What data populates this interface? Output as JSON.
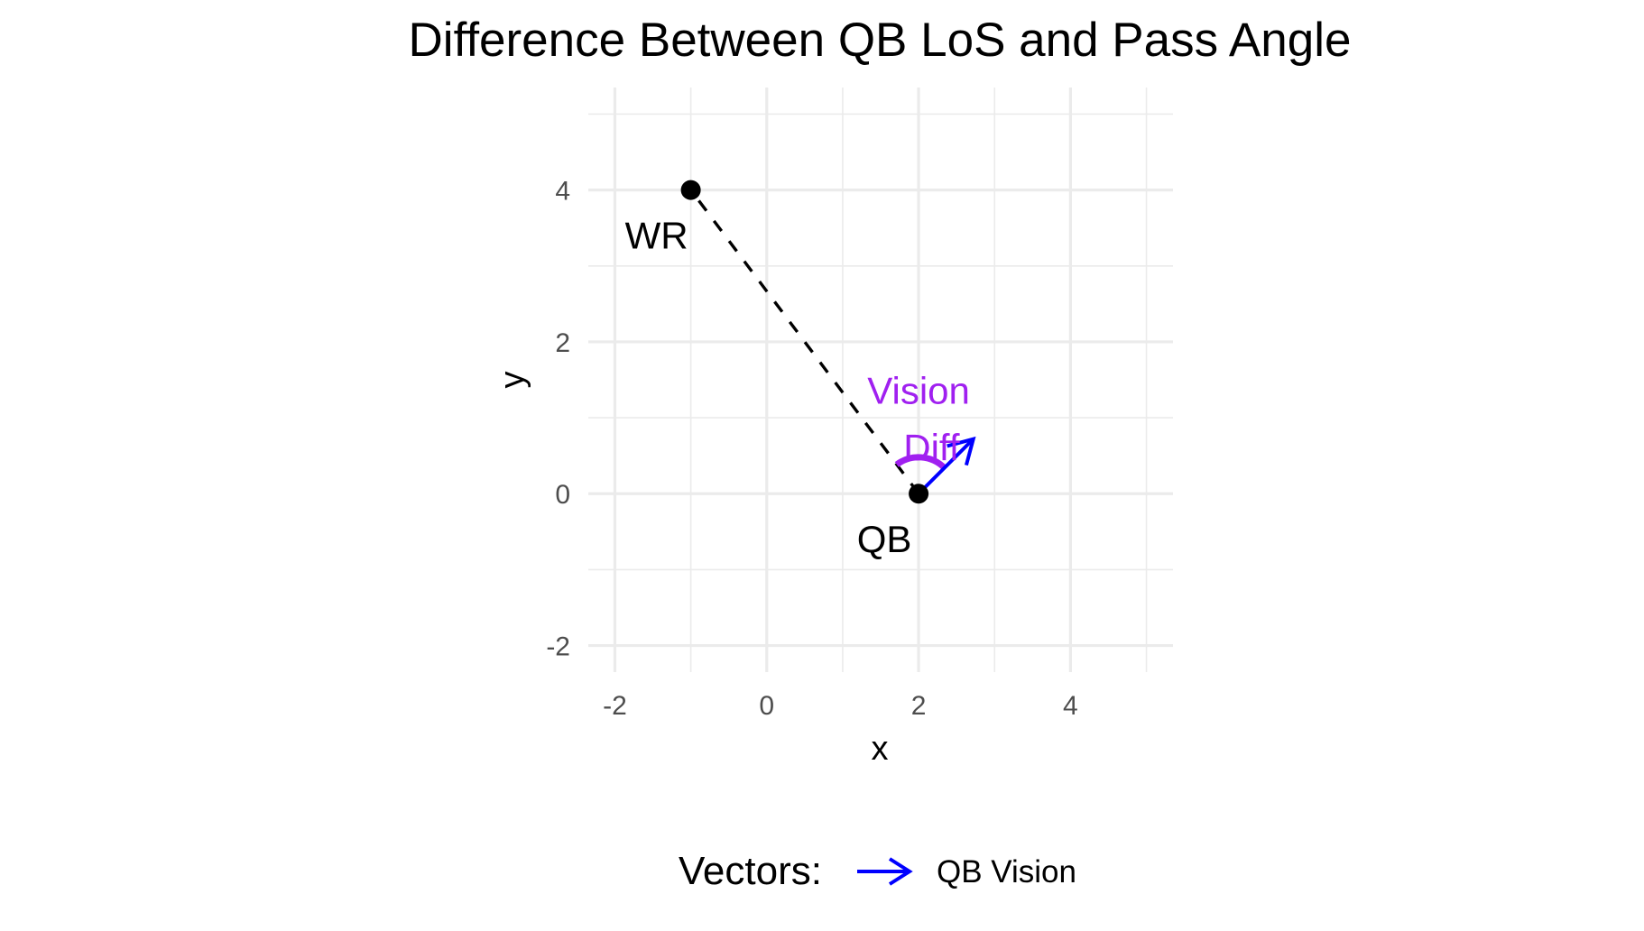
{
  "chart_data": {
    "type": "scatter",
    "title": "Difference Between QB LoS and Pass Angle",
    "xlabel": "x",
    "ylabel": "y",
    "xlim": [
      -2.35,
      5.35
    ],
    "ylim": [
      -2.35,
      5.35
    ],
    "x_ticks": [
      -2,
      0,
      2,
      4
    ],
    "y_ticks": [
      -2,
      0,
      2,
      4
    ],
    "grid": true,
    "points": [
      {
        "label": "WR",
        "x": -1,
        "y": 4
      },
      {
        "label": "QB",
        "x": 2,
        "y": 0
      }
    ],
    "pass_line": {
      "from": [
        2,
        0
      ],
      "to": [
        -1,
        4
      ],
      "style": "dashed",
      "color": "#000000"
    },
    "vision_vector": {
      "from": [
        2,
        0
      ],
      "to": [
        2.72,
        0.72
      ],
      "color": "#0000ff"
    },
    "angle_arc": {
      "center": [
        2,
        0
      ],
      "radius": 0.48,
      "from_deg": 45,
      "to_deg": 126.87,
      "color": "#a020f0"
    },
    "annotations": [
      {
        "text": "Vision",
        "x": 2.0,
        "y": 1.35,
        "color": "#a020f0"
      },
      {
        "text": "Diff",
        "x": 2.17,
        "y": 0.6,
        "color": "#a020f0"
      }
    ],
    "legend": {
      "title": "Vectors:",
      "position": "bottom",
      "entries": [
        {
          "label": "QB Vision",
          "color": "#0000ff"
        }
      ]
    }
  }
}
